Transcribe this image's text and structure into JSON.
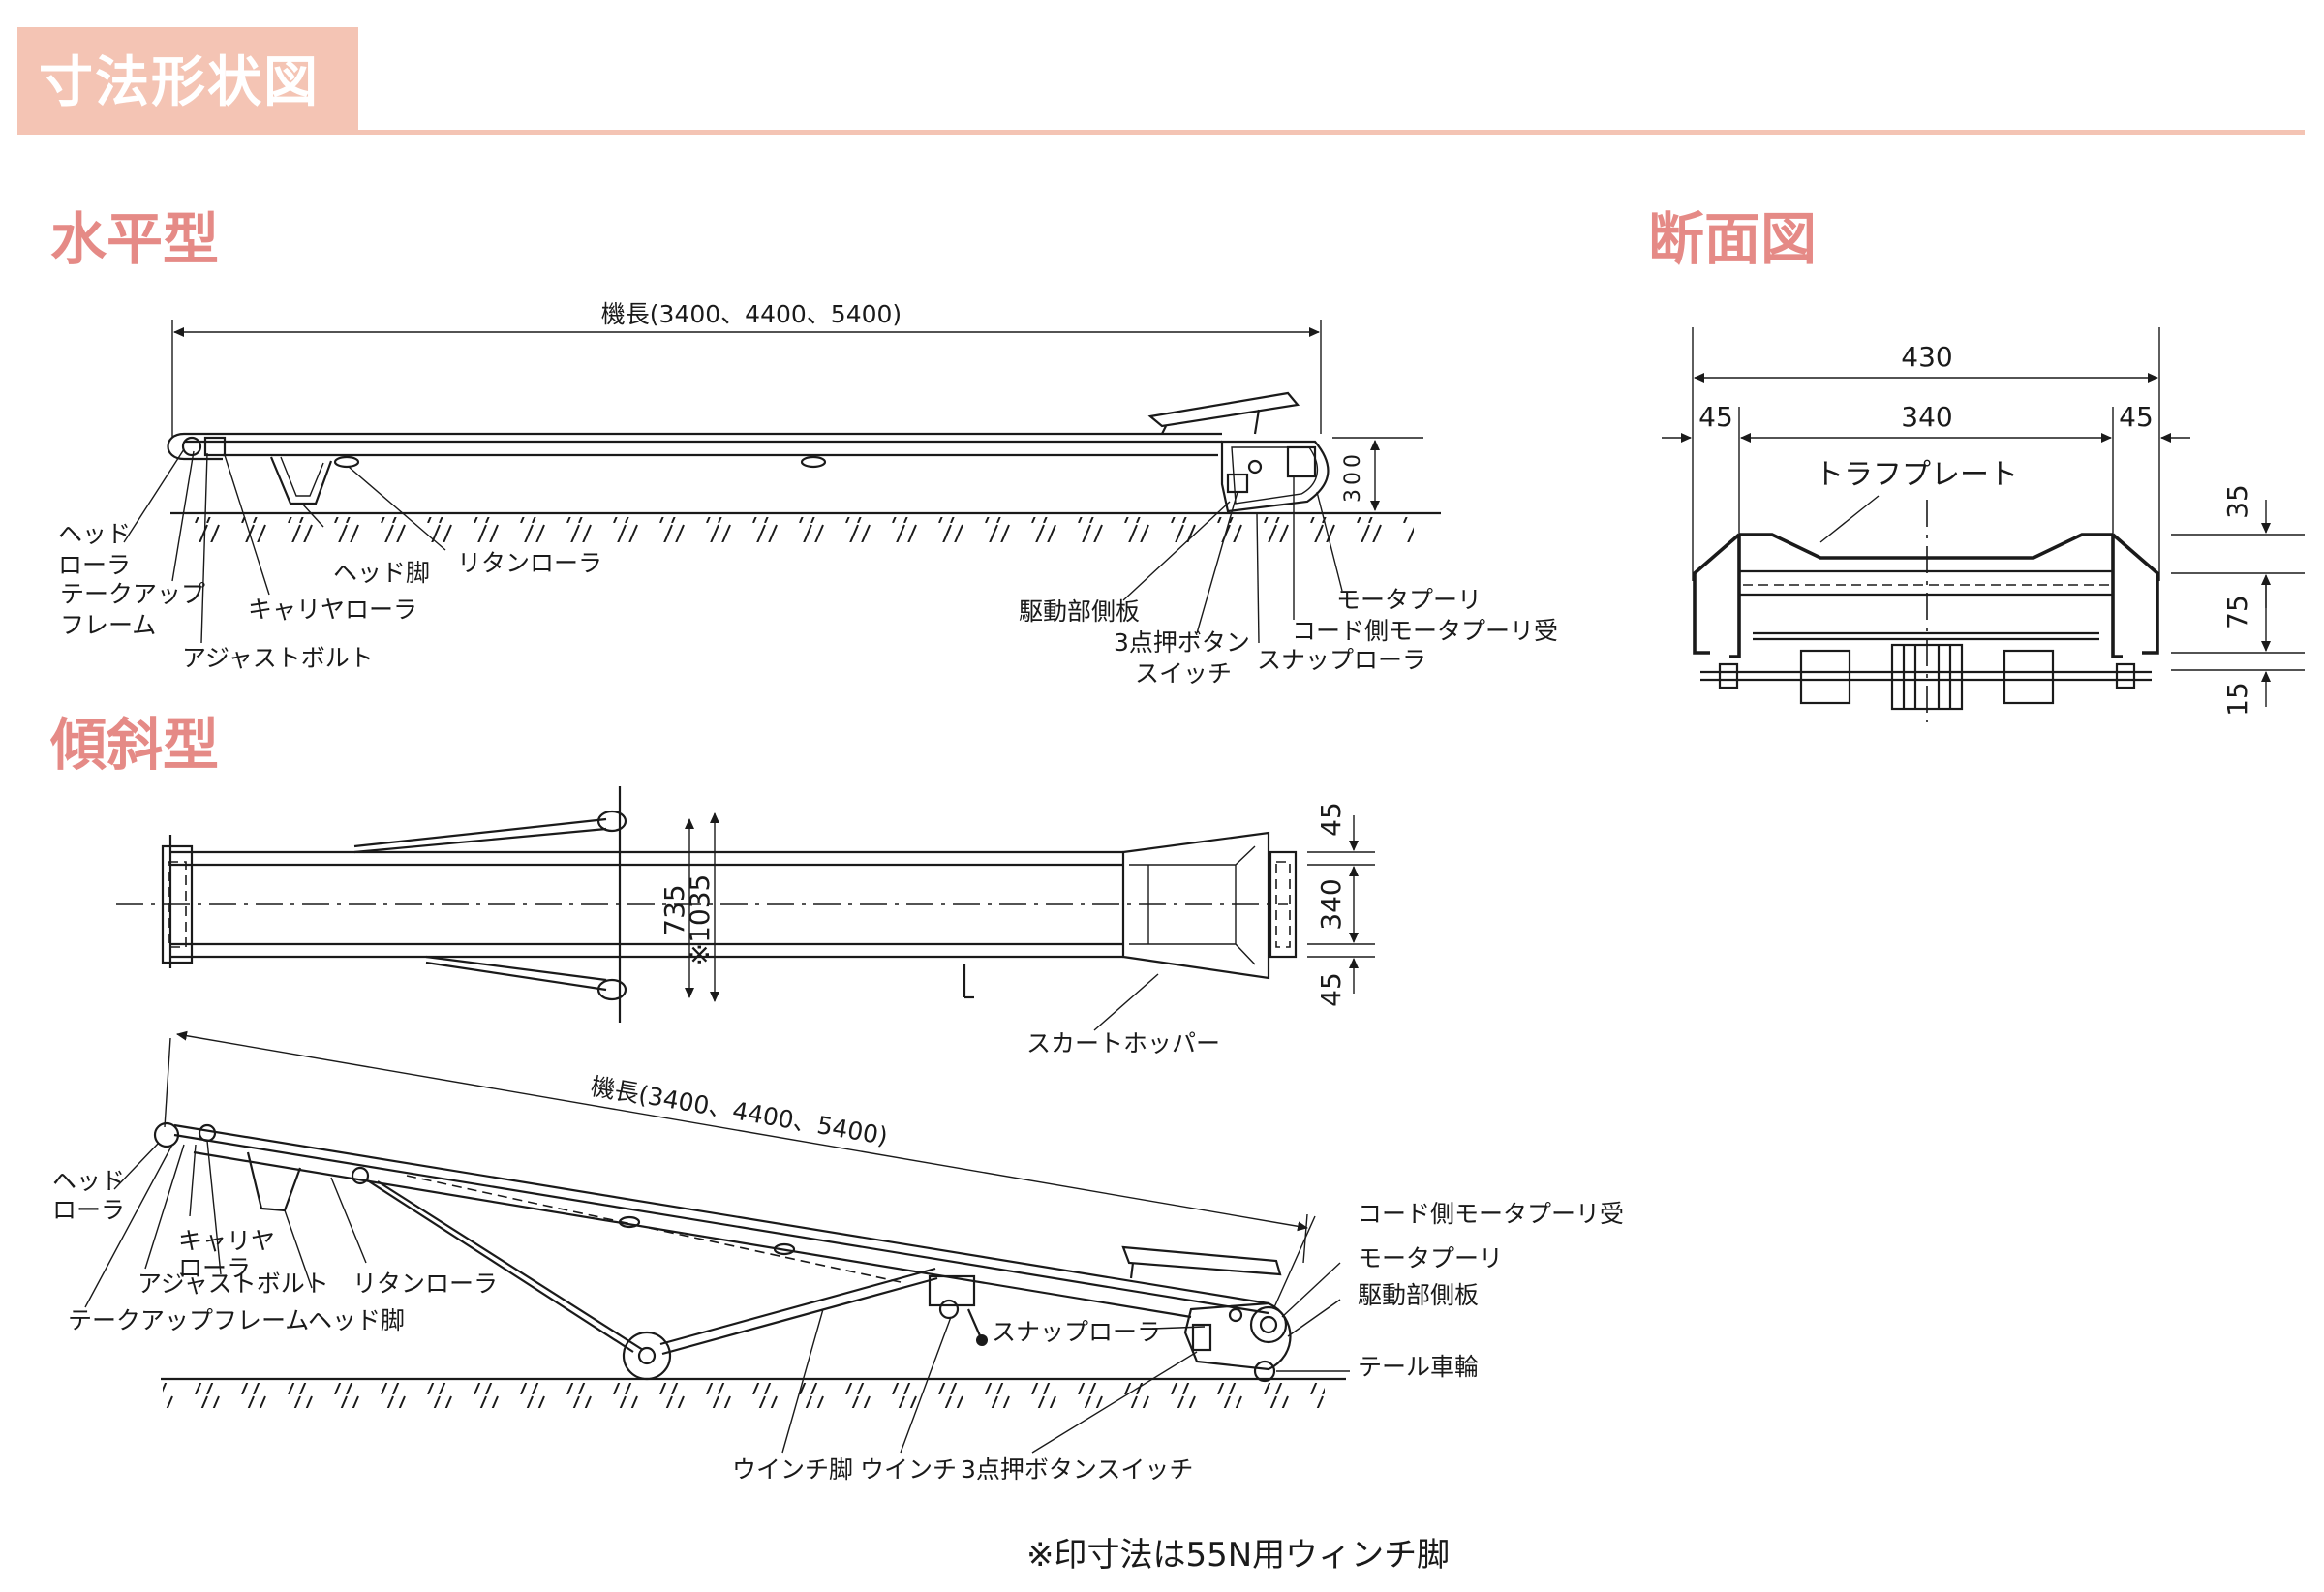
{
  "header": {
    "title": "寸法形状図"
  },
  "sections": {
    "horizontal": "水平型",
    "inclined": "傾斜型",
    "cross_section": "断面図"
  },
  "horizontal": {
    "machine_length": "機長(3400、4400、5400)",
    "height_dim": "300",
    "labels": {
      "head_roller": [
        "ヘッド",
        "ローラ"
      ],
      "take_up_frame": [
        "テークアップ",
        "フレーム"
      ],
      "adjust_bolt": "アジャストボルト",
      "carrier_roller": "キャリヤローラ",
      "head_leg": "ヘッド脚",
      "return_roller": "リタンローラ",
      "drive_side_plate": "駆動部側板",
      "push_button": [
        "3点押ボタン",
        "スイッチ"
      ],
      "snap_roller": "スナップローラ",
      "motor_pulley": "モータプーリ",
      "cord_side_pulley": "コード側モータプーリ受"
    }
  },
  "plan": {
    "dim_735": "735",
    "dim_1035": "※1035",
    "dim_45_top": "45",
    "dim_340": "340",
    "dim_45_bottom": "45",
    "skirt_hopper": "スカートホッパー"
  },
  "inclined": {
    "machine_length": "機長(3400、4400、5400)",
    "labels": {
      "head_roller": [
        "ヘッド",
        "ローラ"
      ],
      "carrier_roller": [
        "キャリヤ",
        "ローラ"
      ],
      "adjust_bolt": "アジャストボルト",
      "return_roller": "リタンローラ",
      "take_up_frame": "テークアップフレーム",
      "head_leg": "ヘッド脚",
      "snap_roller": "スナップローラ",
      "winch_leg": "ウインチ脚",
      "winch": "ウインチ",
      "push_button": "3点押ボタンスイッチ",
      "cord_side_pulley": "コード側モータプーリ受",
      "motor_pulley": "モータプーリ",
      "drive_side_plate": "駆動部側板",
      "tail_wheel": "テール車輪"
    }
  },
  "cross": {
    "dim_430": "430",
    "dim_45_left": "45",
    "dim_340": "340",
    "dim_45_right": "45",
    "trough_plate": "トラフプレート",
    "dim_35": "35",
    "dim_75": "75",
    "dim_15": "15"
  },
  "footnote": "※印寸法は55N用ウィンチ脚"
}
